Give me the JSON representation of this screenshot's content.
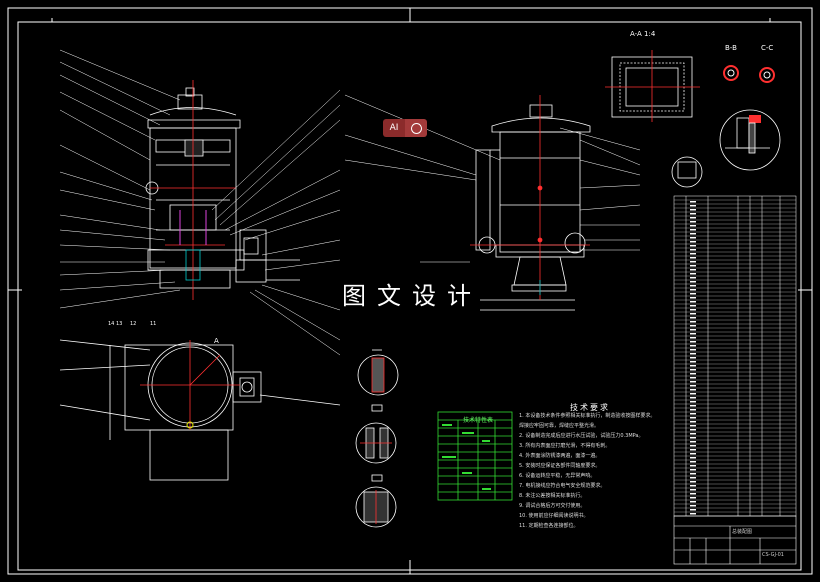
{
  "watermark": {
    "text": "图文设计"
  },
  "badge": {
    "label": "AI"
  },
  "section_labels": {
    "aa": "A-A 1:4",
    "bb": "B-B",
    "cc": "C-C",
    "a_mark": "A"
  },
  "tech_requirements": {
    "title": "技术要求",
    "lines": [
      "1. 本设备技术条件参照相关标准执行，制造验收按图样要求。",
      "   焊接应牢固可靠，焊缝应平整光滑。",
      "2. 设备制造完成后应进行水压试验，试验压力0.3MPa。",
      "3. 所有内表面应打磨光滑，不得有毛刺。",
      "4. 外表面涂防锈漆两遍，面漆一遍。",
      "5. 安装时应保证各部件同轴度要求。",
      "6. 设备运转应平稳，无异常声响。",
      "7. 电机接线应符合电气安全规范要求。",
      "8. 未注公差按相关标准执行。",
      "9. 调试合格后方可交付使用。",
      "10. 使用前应仔细阅读说明书。",
      "11. 定期检查各连接部位。"
    ]
  },
  "parts_table": {
    "title": "技术特性表"
  },
  "title_block": {
    "drawing_no": "CS-GJ-01",
    "name": "总装配图"
  },
  "colors": {
    "line": "#ffffff",
    "accent_red": "#ff3030",
    "green": "#33dd33",
    "yellow": "#e8e800",
    "cyan": "#00cccc",
    "magenta": "#dd44dd"
  }
}
